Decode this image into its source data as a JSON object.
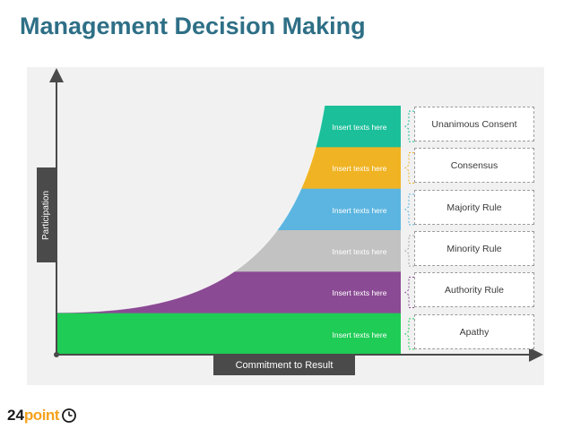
{
  "title": "Management Decision Making",
  "axes": {
    "y_label": "Participation",
    "x_label": "Commitment to Result"
  },
  "bands": [
    {
      "text": "Insert texts here",
      "rule": "Unanimous Consent",
      "color": "#1bbf9a",
      "bracket_color": "#1bbf9a"
    },
    {
      "text": "Insert texts here",
      "rule": "Consensus",
      "color": "#f0b323",
      "bracket_color": "#f0b323"
    },
    {
      "text": "Insert texts here",
      "rule": "Majority Rule",
      "color": "#5bb5e0",
      "bracket_color": "#5bb5e0"
    },
    {
      "text": "Insert texts here",
      "rule": "Minority Rule",
      "color": "#c2c2c2",
      "bracket_color": "#a8a8a8"
    },
    {
      "text": "Insert texts here",
      "rule": "Authority Rule",
      "color": "#8b4a94",
      "bracket_color": "#8b4a94"
    },
    {
      "text": "Insert texts here",
      "rule": "Apathy",
      "color": "#1fcc56",
      "bracket_color": "#1fcc56"
    }
  ],
  "logo": {
    "number": "24",
    "word": "point"
  }
}
